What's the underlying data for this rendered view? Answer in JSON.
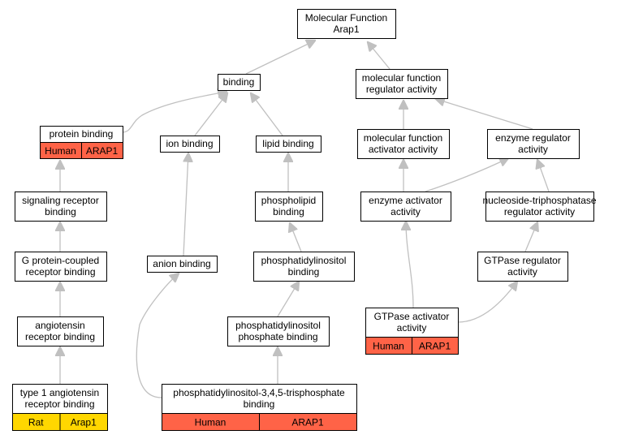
{
  "nodes": [
    {
      "id": "mf",
      "lines": [
        "Molecular Function",
        "Arap1"
      ]
    },
    {
      "id": "binding",
      "lines": [
        "binding"
      ]
    },
    {
      "id": "mfra",
      "lines": [
        "molecular function",
        "regulator activity"
      ]
    },
    {
      "id": "protein-binding",
      "lines": [
        "protein binding"
      ],
      "annotation": {
        "organism": "Human",
        "gene": "ARAP1",
        "color": "#ff6347"
      }
    },
    {
      "id": "ion-binding",
      "lines": [
        "ion binding"
      ]
    },
    {
      "id": "lipid-binding",
      "lines": [
        "lipid binding"
      ]
    },
    {
      "id": "mfaa",
      "lines": [
        "molecular function",
        "activator activity"
      ]
    },
    {
      "id": "enzyme-regulator",
      "lines": [
        "enzyme regulator",
        "activity"
      ]
    },
    {
      "id": "signaling-receptor",
      "lines": [
        "signaling receptor",
        "binding"
      ]
    },
    {
      "id": "phospholipid",
      "lines": [
        "phospholipid",
        "binding"
      ]
    },
    {
      "id": "enzyme-activator",
      "lines": [
        "enzyme activator",
        "activity"
      ]
    },
    {
      "id": "ntp-regulator",
      "lines": [
        "nucleoside-triphosphatase",
        "regulator activity"
      ]
    },
    {
      "id": "gpcr-binding",
      "lines": [
        "G protein-coupled",
        "receptor binding"
      ]
    },
    {
      "id": "anion-binding",
      "lines": [
        "anion binding"
      ]
    },
    {
      "id": "pi-binding",
      "lines": [
        "phosphatidylinositol",
        "binding"
      ]
    },
    {
      "id": "gtpase-regulator",
      "lines": [
        "GTPase regulator",
        "activity"
      ]
    },
    {
      "id": "angiotensin-receptor",
      "lines": [
        "angiotensin",
        "receptor binding"
      ]
    },
    {
      "id": "pip-binding",
      "lines": [
        "phosphatidylinositol",
        "phosphate binding"
      ]
    },
    {
      "id": "gtpase-activator",
      "lines": [
        "GTPase activator",
        "activity"
      ],
      "annotation": {
        "organism": "Human",
        "gene": "ARAP1",
        "color": "#ff6347"
      }
    },
    {
      "id": "at1-receptor",
      "lines": [
        "type 1 angiotensin",
        "receptor binding"
      ],
      "annotation": {
        "organism": "Rat",
        "gene": "Arap1",
        "color": "#ffd700"
      }
    },
    {
      "id": "pip3-binding",
      "lines": [
        "phosphatidylinositol-3,4,5-trisphosphate",
        "binding"
      ],
      "annotation": {
        "organism": "Human",
        "gene": "ARAP1",
        "color": "#ff6347"
      }
    }
  ],
  "edges": [
    [
      "binding",
      "mf"
    ],
    [
      "mfra",
      "mf"
    ],
    [
      "protein-binding",
      "binding"
    ],
    [
      "ion-binding",
      "binding"
    ],
    [
      "lipid-binding",
      "binding"
    ],
    [
      "mfaa",
      "mfra"
    ],
    [
      "enzyme-regulator",
      "mfra"
    ],
    [
      "signaling-receptor",
      "protein-binding"
    ],
    [
      "phospholipid",
      "lipid-binding"
    ],
    [
      "enzyme-activator",
      "mfaa"
    ],
    [
      "enzyme-activator",
      "enzyme-regulator"
    ],
    [
      "ntp-regulator",
      "enzyme-regulator"
    ],
    [
      "gpcr-binding",
      "signaling-receptor"
    ],
    [
      "anion-binding",
      "ion-binding"
    ],
    [
      "pi-binding",
      "phospholipid"
    ],
    [
      "gtpase-regulator",
      "ntp-regulator"
    ],
    [
      "angiotensin-receptor",
      "gpcr-binding"
    ],
    [
      "pip-binding",
      "pi-binding"
    ],
    [
      "gtpase-activator",
      "enzyme-activator"
    ],
    [
      "gtpase-activator",
      "gtpase-regulator"
    ],
    [
      "at1-receptor",
      "angiotensin-receptor"
    ],
    [
      "pip3-binding",
      "anion-binding"
    ],
    [
      "pip3-binding",
      "pip-binding"
    ]
  ],
  "colors": {
    "human": "#ff6347",
    "rat": "#ffd700",
    "edge": "#c0c0c0"
  }
}
